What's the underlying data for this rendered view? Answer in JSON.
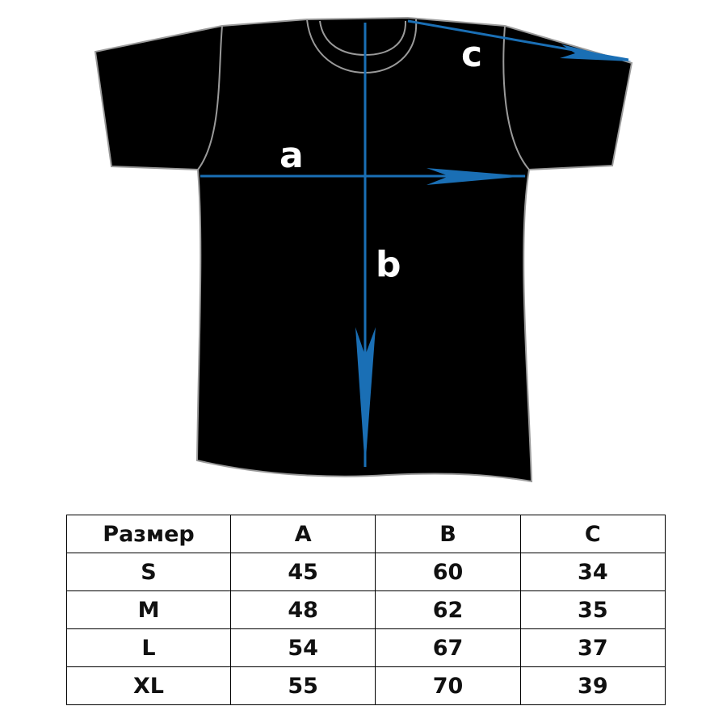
{
  "diagram": {
    "labels": {
      "a": "a",
      "b": "b",
      "c": "c"
    },
    "colors": {
      "garment": "#000000",
      "seam": "#9a9a9a",
      "arrow": "#1a6fb5",
      "label": "#ffffff"
    }
  },
  "size_table": {
    "headers": [
      "Размер",
      "A",
      "B",
      "C"
    ],
    "rows": [
      [
        "S",
        "45",
        "60",
        "34"
      ],
      [
        "M",
        "48",
        "62",
        "35"
      ],
      [
        "L",
        "54",
        "67",
        "37"
      ],
      [
        "XL",
        "55",
        "70",
        "39"
      ]
    ]
  }
}
